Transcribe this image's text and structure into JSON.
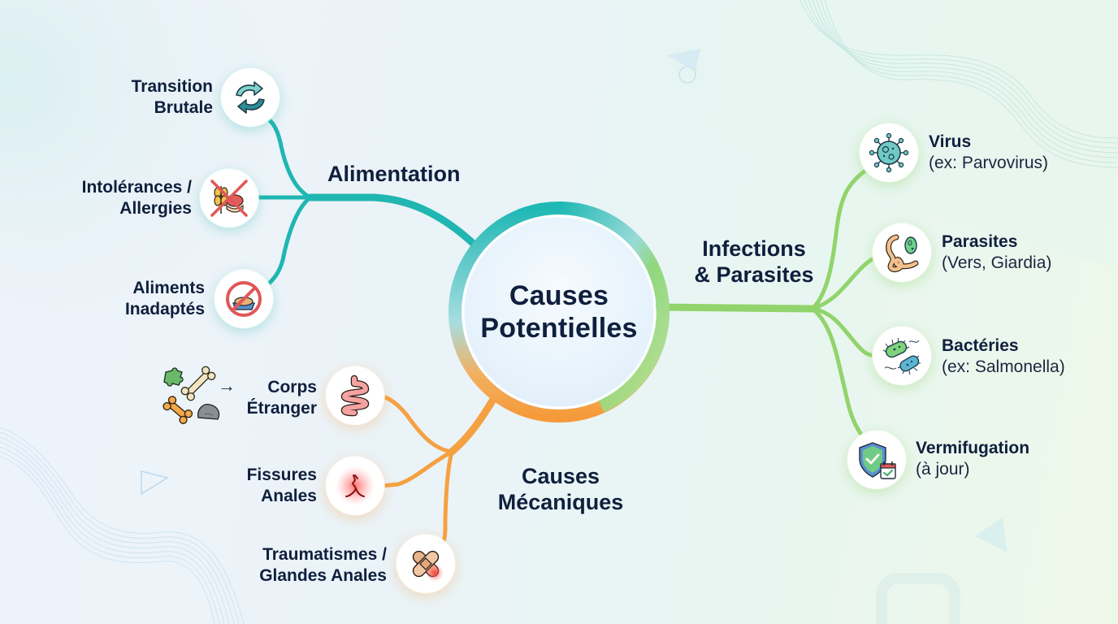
{
  "center": {
    "line1": "Causes",
    "line2": "Potentielles"
  },
  "branches": {
    "alimentation": {
      "label": "Alimentation",
      "color": "#1fb8b4",
      "items": [
        {
          "line1": "Transition",
          "line2": "Brutale",
          "icon": "refresh-arrows-icon"
        },
        {
          "line1": "Intolérances /",
          "line2": "Allergies",
          "icon": "crossed-wheat-meat-icon"
        },
        {
          "line1": "Aliments",
          "line2": "Inadaptés",
          "icon": "forbidden-food-bowl-icon"
        }
      ]
    },
    "infections": {
      "line1": "Infections",
      "line2": "& Parasites",
      "color": "#8fd56a",
      "items": [
        {
          "title": "Virus",
          "sub": "(ex: Parvovirus)",
          "icon": "virus-icon"
        },
        {
          "title": "Parasites",
          "sub": "(Vers, Giardia)",
          "icon": "worm-parasite-icon"
        },
        {
          "title": "Bactéries",
          "sub": "(ex: Salmonella)",
          "icon": "bacteria-icon"
        },
        {
          "title": "Vermifugation",
          "sub": "(à jour)",
          "icon": "shield-calendar-check-icon"
        }
      ]
    },
    "mecaniques": {
      "line1": "Causes",
      "line2": "Mécaniques",
      "color": "#f5a142",
      "foreign_objects_arrow": "→",
      "items": [
        {
          "line1": "Corps",
          "line2": "Étranger",
          "icon": "intestine-icon"
        },
        {
          "line1": "Fissures",
          "line2": "Anales",
          "icon": "anal-fissure-icon"
        },
        {
          "line1": "Traumatismes /",
          "line2": "Glandes Anales",
          "icon": "bandage-icon"
        }
      ]
    }
  }
}
